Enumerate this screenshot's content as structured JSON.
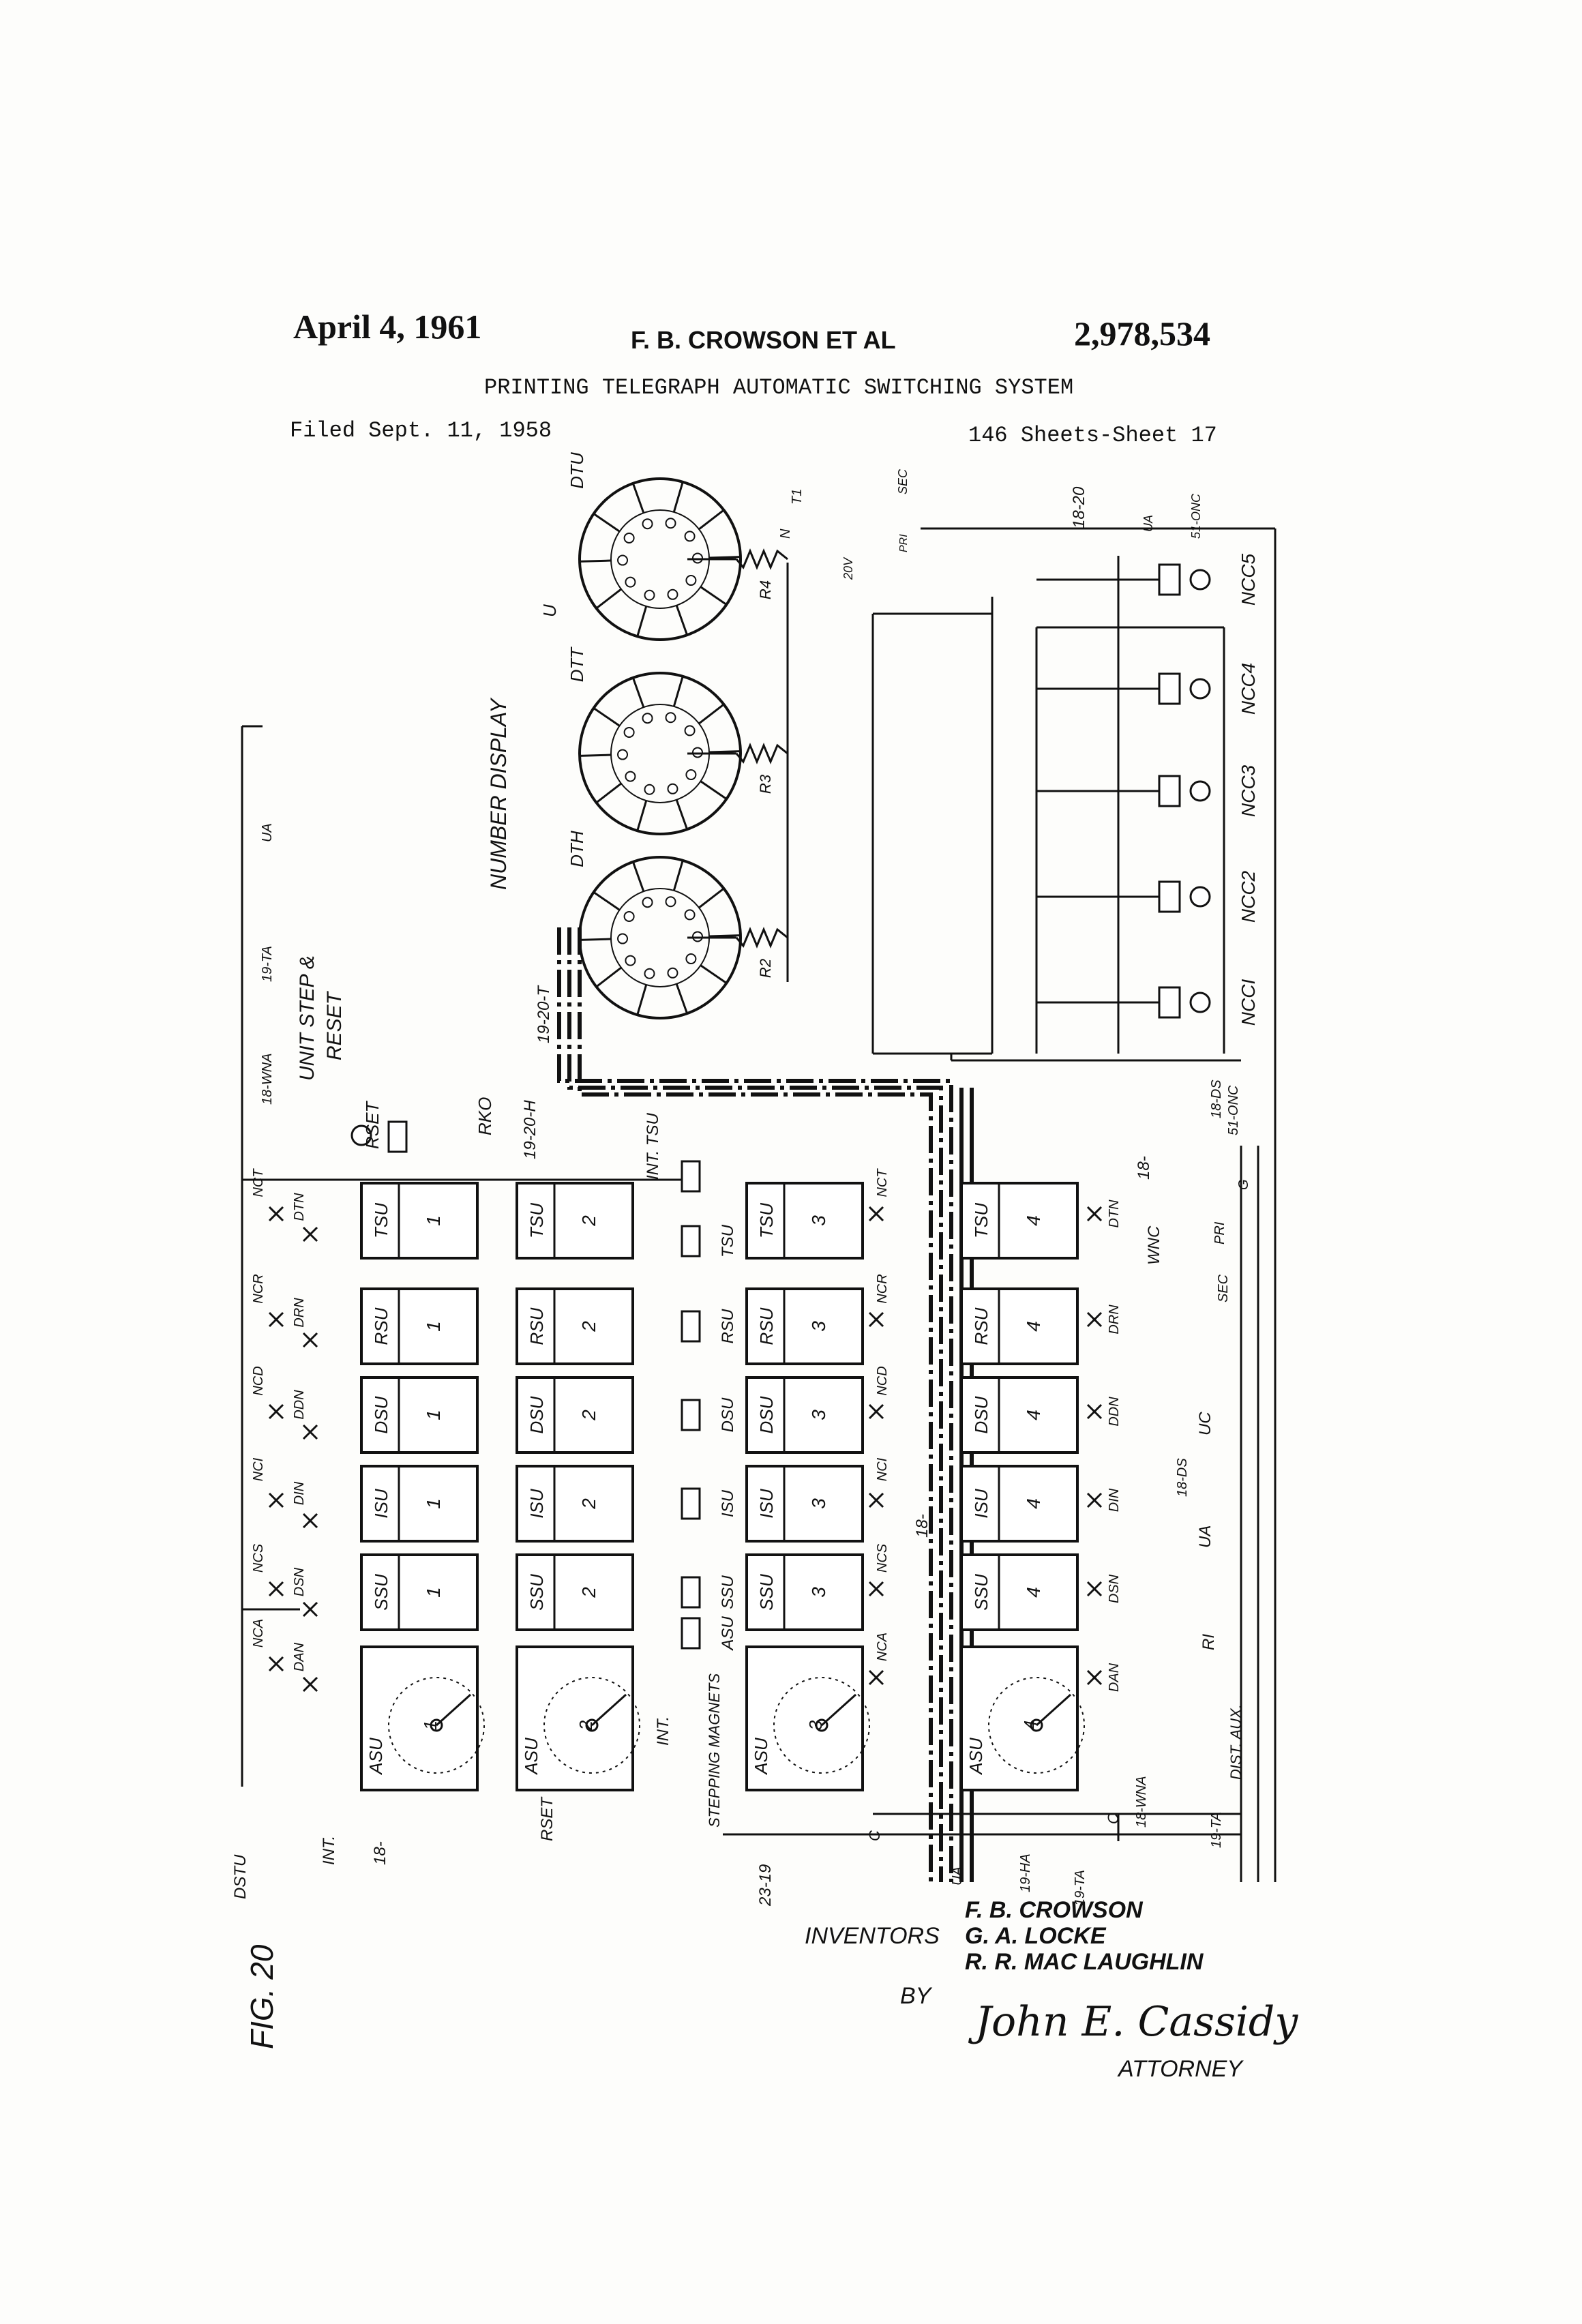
{
  "header": {
    "date": "April 4, 1961",
    "authors": "F. B. CROWSON ET AL",
    "patent_number": "2,978,534",
    "title": "PRINTING TELEGRAPH AUTOMATIC SWITCHING SYSTEM",
    "filed": "Filed Sept. 11, 1958",
    "sheets": "146 Sheets-Sheet 17"
  },
  "figure": {
    "label": "FIG. 20",
    "number_display": "NUMBER DISPLAY",
    "unit_step_line1": "UNIT STEP &",
    "unit_step_line2": "RESET",
    "stepping_magnets": "STEPPING MAGNETS",
    "dist_aux": "DIST. AUX."
  },
  "displays": [
    {
      "label": "DTU",
      "resistor": "R4"
    },
    {
      "label": "DTT",
      "resistor": "R3"
    },
    {
      "label": "DTH",
      "resistor": "R2"
    }
  ],
  "unit_columns": [
    {
      "number": "1"
    },
    {
      "number": "2"
    },
    {
      "number": "3"
    },
    {
      "number": "4"
    }
  ],
  "unit_rows": [
    "TSU",
    "RSU",
    "DSU",
    "ISU",
    "SSU"
  ],
  "stepper_label": "ASU",
  "magnets": [
    "INT. TSU",
    "TSU",
    "RSU",
    "DSU",
    "ISU",
    "SSU",
    "ASU"
  ],
  "relays": [
    "NCC5",
    "NCC4",
    "NCC3",
    "NCC2",
    "NCCI"
  ],
  "wire_labels": {
    "w18_20": "18-20",
    "w19_20_t": "19-20-T",
    "w19_20_h": "19-20-H",
    "w18_wna": "18-WNA",
    "w19_ta": "19-TA",
    "ua": "UA",
    "w51_onc": "51-ONC",
    "t1": "T1",
    "sec": "SEC",
    "pri": "PRI",
    "v20": "20V",
    "n": "N",
    "u": "U",
    "rset": "RSET",
    "rko": "RKO",
    "int_tsu": "INT. TSU",
    "dstu": "DSTU",
    "int": "INT.",
    "w18": "18-",
    "w23_19": "23-19",
    "w18_ds": "18-DS",
    "wnc": "WNC",
    "uc": "UC",
    "ri": "RI",
    "w19_ha": "19-HA",
    "w19_ta2": "19-TA",
    "c": "C",
    "g": "G"
  },
  "contact_labels_left": [
    "NCT",
    "NCR",
    "NCD",
    "NCI",
    "NCS",
    "NCA",
    "DTN",
    "DRN",
    "DDN",
    "DIN",
    "DSN",
    "DAN"
  ],
  "contact_labels_mid": [
    "NCT",
    "NCR",
    "NCD",
    "NCI",
    "NCS",
    "NCA"
  ],
  "contact_labels_right": [
    "DTN",
    "DRN",
    "DDN",
    "DIN",
    "DSN",
    "DAN"
  ],
  "inventors": {
    "label": "INVENTORS",
    "by": "BY",
    "names": [
      "F. B. CROWSON",
      "G. A. LOCKE",
      "R. R. MAC LAUGHLIN"
    ],
    "signature": "John E. Cassidy",
    "attorney": "ATTORNEY"
  }
}
